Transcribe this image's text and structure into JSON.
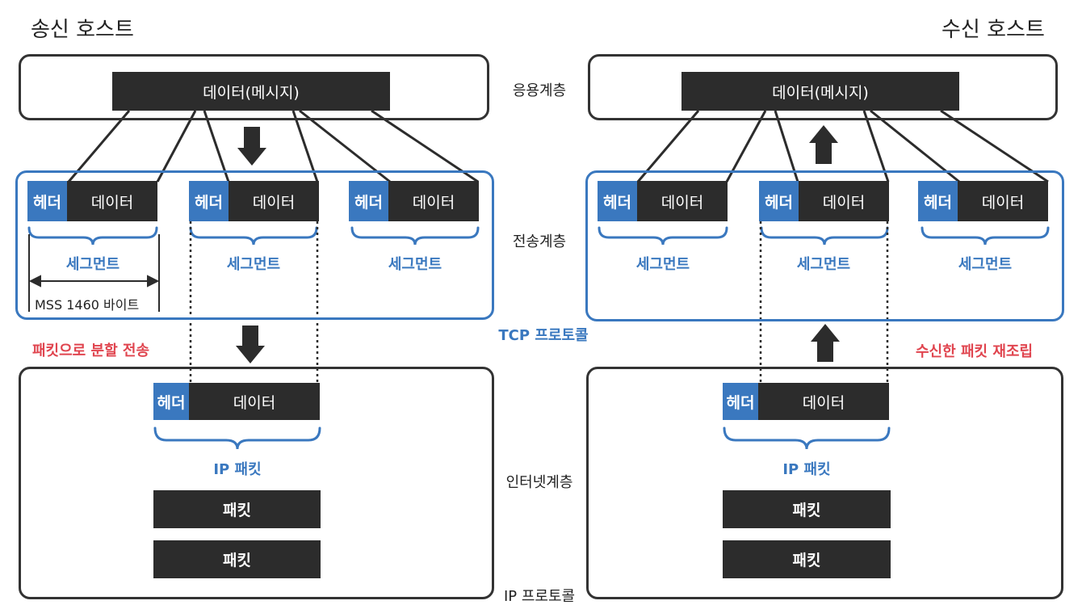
{
  "sender": {
    "title": "송신 호스트",
    "message_box": "데이터(메시지)",
    "segments": [
      {
        "header": "헤더",
        "data": "데이터",
        "label": "세그먼트"
      },
      {
        "header": "헤더",
        "data": "데이터",
        "label": "세그먼트"
      },
      {
        "header": "헤더",
        "data": "데이터",
        "label": "세그먼트"
      }
    ],
    "mss_label": "MSS 1460 바이트",
    "split_note": "패킷으로 분할 전송",
    "ip_packet": {
      "header": "헤더",
      "data": "데이터",
      "label": "IP 패킷"
    },
    "packets": [
      "패킷",
      "패킷"
    ]
  },
  "receiver": {
    "title": "수신 호스트",
    "message_box": "데이터(메시지)",
    "segments": [
      {
        "header": "헤더",
        "data": "데이터",
        "label": "세그먼트"
      },
      {
        "header": "헤더",
        "data": "데이터",
        "label": "세그먼트"
      },
      {
        "header": "헤더",
        "data": "데이터",
        "label": "세그먼트"
      }
    ],
    "reassemble_note": "수신한 패킷 재조립",
    "ip_packet": {
      "header": "헤더",
      "data": "데이터",
      "label": "IP 패킷"
    },
    "packets": [
      "패킷",
      "패킷"
    ]
  },
  "layers": {
    "application": "응용계층",
    "transport": "전송계층",
    "tcp_protocol": "TCP 프로토콜",
    "internet": "인터넷계층",
    "ip_protocol": "IP 프로토콜"
  },
  "colors": {
    "dark": "#2c2c2c",
    "header_blue": "#3a78bf",
    "frame": "#333333",
    "note_red": "#e0454f"
  }
}
